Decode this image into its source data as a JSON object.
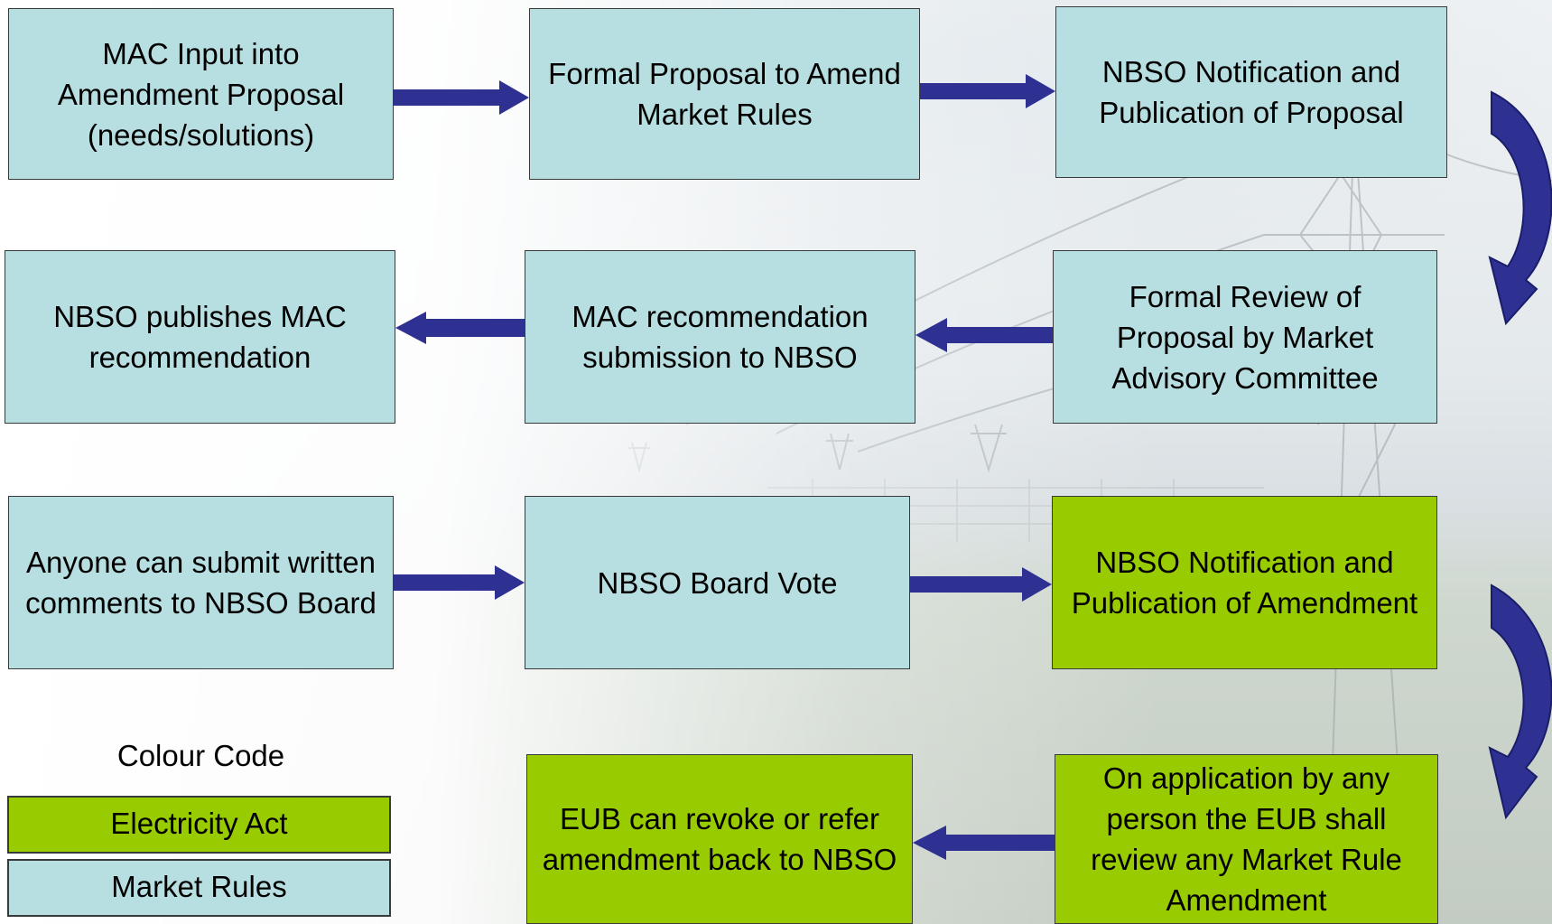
{
  "flow": {
    "step1": "MAC Input into Amendment Proposal (needs/solutions)",
    "step2": "Formal Proposal to Amend Market Rules",
    "step3": "NBSO Notification and Publication of Proposal",
    "step4": "Formal Review of Proposal by Market Advisory Committee",
    "step5": "MAC recommendation submission to NBSO",
    "step6": "NBSO publishes MAC recommendation",
    "step7": "Anyone can submit written comments to NBSO Board",
    "step8": "NBSO Board Vote",
    "step9": "NBSO Notification and Publication of Amendment",
    "step10": "On application by any person the EUB shall review any Market Rule Amendment",
    "step11": "EUB can revoke or refer amendment back to NBSO"
  },
  "legend": {
    "title": "Colour Code",
    "electricity_act": "Electricity Act",
    "market_rules": "Market Rules"
  },
  "colors": {
    "market_rules": "#b7dfe1",
    "electricity_act": "#99cc00",
    "arrow": "#2e3192"
  }
}
